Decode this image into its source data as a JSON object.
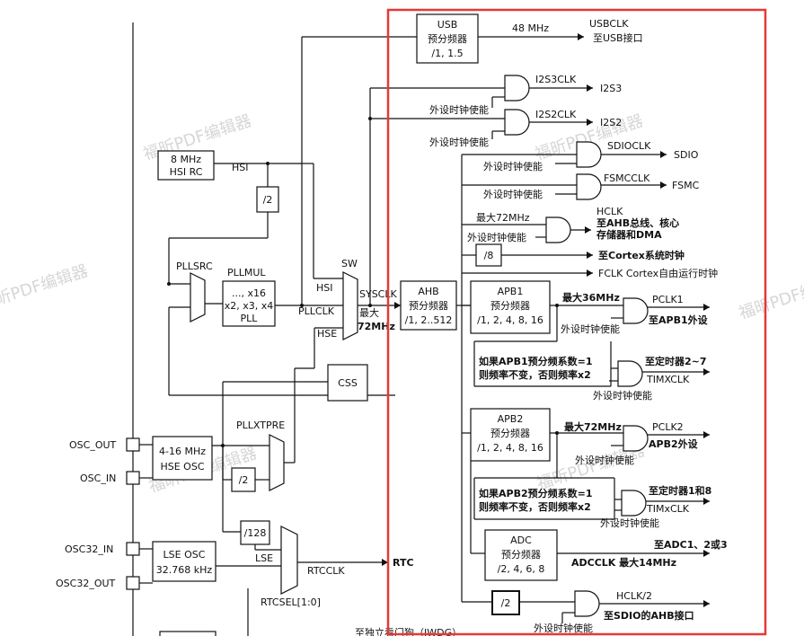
{
  "blocks": {
    "usb_pre": [
      "USB",
      "预分频器",
      "/1, 1.5"
    ],
    "hsi_rc": [
      "8 MHz",
      "HSI RC"
    ],
    "div2_hsi": "/2",
    "pll": [
      "..., x16",
      "x2, x3, x4",
      "PLL"
    ],
    "ahb_pre": [
      "AHB",
      "预分频器",
      "/1, 2..512"
    ],
    "apb1_pre": [
      "APB1",
      "预分频器",
      "/1, 2, 4, 8, 16"
    ],
    "apb2_pre": [
      "APB2",
      "预分频器",
      "/1, 2, 4, 8, 16"
    ],
    "adc_pre": [
      "ADC",
      "预分频器",
      "/2, 4, 6, 8"
    ],
    "css": "CSS",
    "hse_osc": [
      "4-16 MHz",
      "HSE OSC"
    ],
    "div2_hse": "/2",
    "div128": "/128",
    "lse_osc": [
      "LSE OSC",
      "32.768 kHz"
    ],
    "div8": "/8",
    "div2_sdio": "/2",
    "timx_note": [
      "如果APB1预分频系数=1",
      "则频率不变，否则频率x2"
    ],
    "tim18_note": [
      "如果APB2预分频系数=1",
      "则频率不变，否则频率x2"
    ]
  },
  "labels": {
    "hsi": "HSI",
    "pllsrc": "PLLSRC",
    "pllmul": "PLLMUL",
    "sw": "SW",
    "hsi_sw": "HSI",
    "pllclk": "PLLCLK",
    "hse_sw": "HSE",
    "sysclk": "SYSCLK",
    "max72": "最大",
    "max72b": "72MHz",
    "pllxtpre": "PLLXTPRE",
    "osc_out": "OSC_OUT",
    "osc_in": "OSC_IN",
    "osc32_in": "OSC32_IN",
    "osc32_out": "OSC32_OUT",
    "lse": "LSE",
    "rtcclk": "RTCCLK",
    "rtc": "RTC",
    "rtcsel": "RTCSEL[1:0]",
    "iwdg": "至独立看门狗（IWDG）",
    "usb_freq": "48 MHz",
    "usbclk": "USBCLK",
    "usb_to": "至USB接口",
    "i2s3clk": "I2S3CLK",
    "i2s3": "I2S3",
    "i2s2clk": "I2S2CLK",
    "i2s2": "I2S2",
    "sdioclk": "SDIOCLK",
    "sdio": "SDIO",
    "fsmcclk": "FSMCCLK",
    "fsmc": "FSMC",
    "hclk": "HCLK",
    "hclk_to1": "至AHB总线、核心",
    "hclk_to2": "存储器和DMA",
    "hclk_max": "最大72MHz",
    "cortex": "至Cortex系统时钟",
    "fclk": "FCLK Cortex自由运行时钟",
    "pclk1_max": "最大36MHz",
    "pclk1": "PCLK1",
    "pclk1_to": "至APB1外设",
    "timx_to": "至定时器2~7",
    "timxclk": "TIMXCLK",
    "pclk2_max": "最大72MHz",
    "pclk2": "PCLK2",
    "pclk2_to": "APB2外设",
    "tim18_to": "至定时器1和8",
    "tim18clk": "TIMxCLK",
    "adc_to": "至ADC1、2或3",
    "adcclk": "ADCCLK 最大14MHz",
    "hclk2": "HCLK/2",
    "sdio_ahb": "至SDIO的AHB接口",
    "periph_en": "外设时钟使能",
    "watermark": "福昕PDF编辑器"
  },
  "colors": {
    "highlight": "#e53935"
  }
}
